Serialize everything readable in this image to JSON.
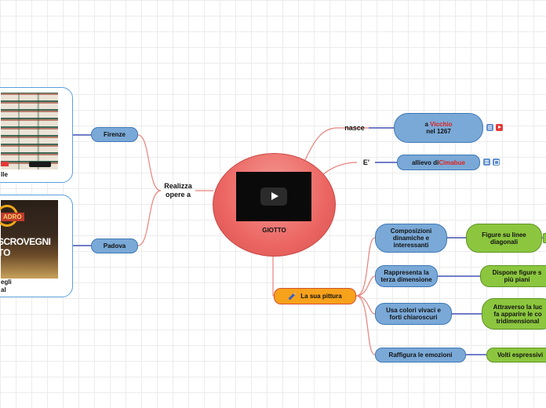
{
  "central": {
    "label": "GIOTTO"
  },
  "left": {
    "connector": "Realizza\nopere a",
    "cities": [
      {
        "label": "Firenze",
        "caption": "lle"
      },
      {
        "label": "Padova",
        "caption": "egli\nal"
      }
    ],
    "image_texts": {
      "scrovegni": "SCROVEGNI",
      "to": "TO",
      "badge": "ADRO"
    }
  },
  "right": {
    "nasce": {
      "connector": "nasce",
      "prefix": "a ",
      "place": "Vicchio",
      "rest": "nel 1267"
    },
    "allievo": {
      "connector": "E'",
      "prefix": "allievo di ",
      "name": "Cimabue"
    }
  },
  "pittura": {
    "label": "La sua pittura",
    "icon": "pencil-icon",
    "items": [
      {
        "label": "Composizioni\ndinamiche e\ninteressanti",
        "detail": "Figure su linee\ndiagonali"
      },
      {
        "label": "Rappresenta la\nterza dimensione",
        "detail": "Dispone figure s\npiù piani"
      },
      {
        "label": "Usa colori vivaci e\nforti chiaroscuri",
        "detail": "Attraverso la luc\nfa apparire le co\ntridimensional"
      },
      {
        "label": "Raffigura le emozioni",
        "detail": "Volti espressivi"
      }
    ]
  },
  "colors": {
    "blue": "#7aa9d7",
    "green": "#8cc63f",
    "orange": "#f7a21b",
    "central": "#ec6663",
    "line_red": "#e8827b",
    "line_blue": "#1f2fa8"
  }
}
